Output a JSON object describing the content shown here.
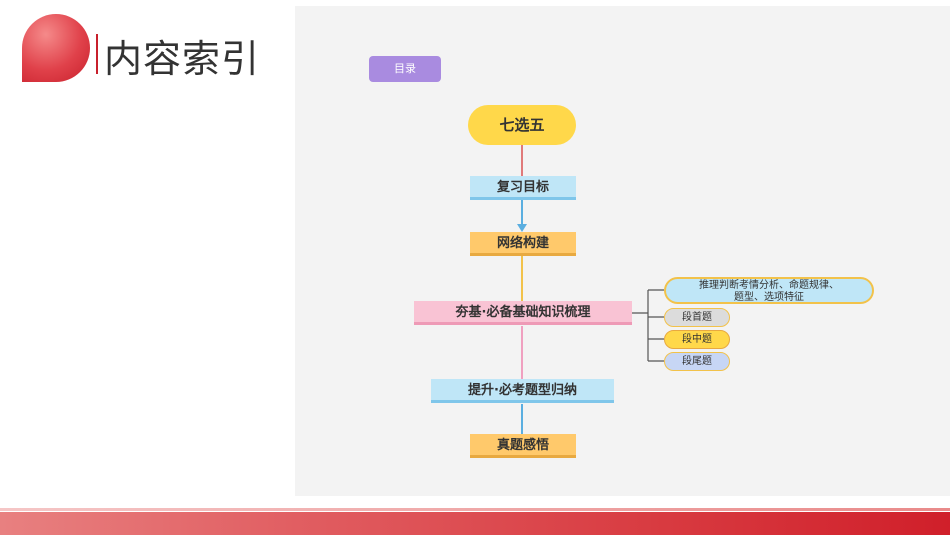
{
  "header": {
    "title": "内容索引"
  },
  "toc_badge": "目录",
  "mindmap": {
    "root": "七选五",
    "steps": {
      "review_goal": "复习目标",
      "network": "网络构建",
      "foundation": "夯基·必备基础知识梳理",
      "improve": "提升·必考题型归纳",
      "practice": "真题感悟"
    },
    "branches": {
      "analysis_line1": "推理判断考情分析、命题规律、",
      "analysis_line2": "题型、选项特征",
      "first_para": "段首题",
      "mid_para": "段中题",
      "end_para": "段尾题"
    }
  },
  "colors": {
    "accent_red": "#d01f2a",
    "root_yellow": "#ffd84a",
    "blue_box": "#bfe6f7",
    "orange_box": "#ffc96b",
    "pink_box": "#f9c3d4"
  }
}
